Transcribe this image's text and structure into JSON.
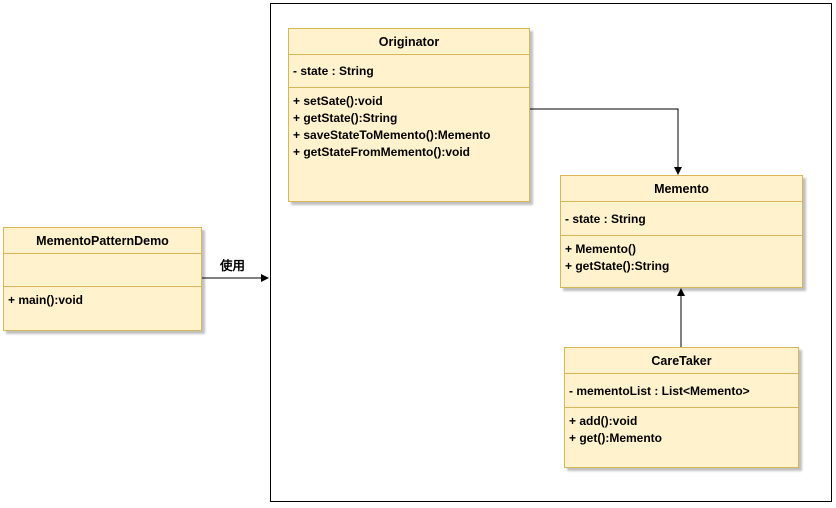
{
  "classes": {
    "originator": {
      "name": "Originator",
      "attributes": [
        "- state : String"
      ],
      "operations": [
        "+ setSate():void",
        "+ getState():String",
        "+ saveStateToMemento():Memento",
        "+ getStateFromMemento():void"
      ]
    },
    "memento": {
      "name": "Memento",
      "attributes": [
        "- state : String"
      ],
      "operations": [
        "+ Memento()",
        "+ getState():String"
      ]
    },
    "caretaker": {
      "name": "CareTaker",
      "attributes": [
        "- mementoList : List<Memento>"
      ],
      "operations": [
        "+ add():void",
        "+ get():Memento"
      ]
    },
    "demo": {
      "name": "MementoPatternDemo",
      "attributes": [],
      "operations": [
        "+ main():void"
      ]
    }
  },
  "edges": {
    "uses_label": "使用"
  },
  "colors": {
    "class_fill": "#fff2cc",
    "class_border": "#d6b656",
    "line": "#000000"
  }
}
